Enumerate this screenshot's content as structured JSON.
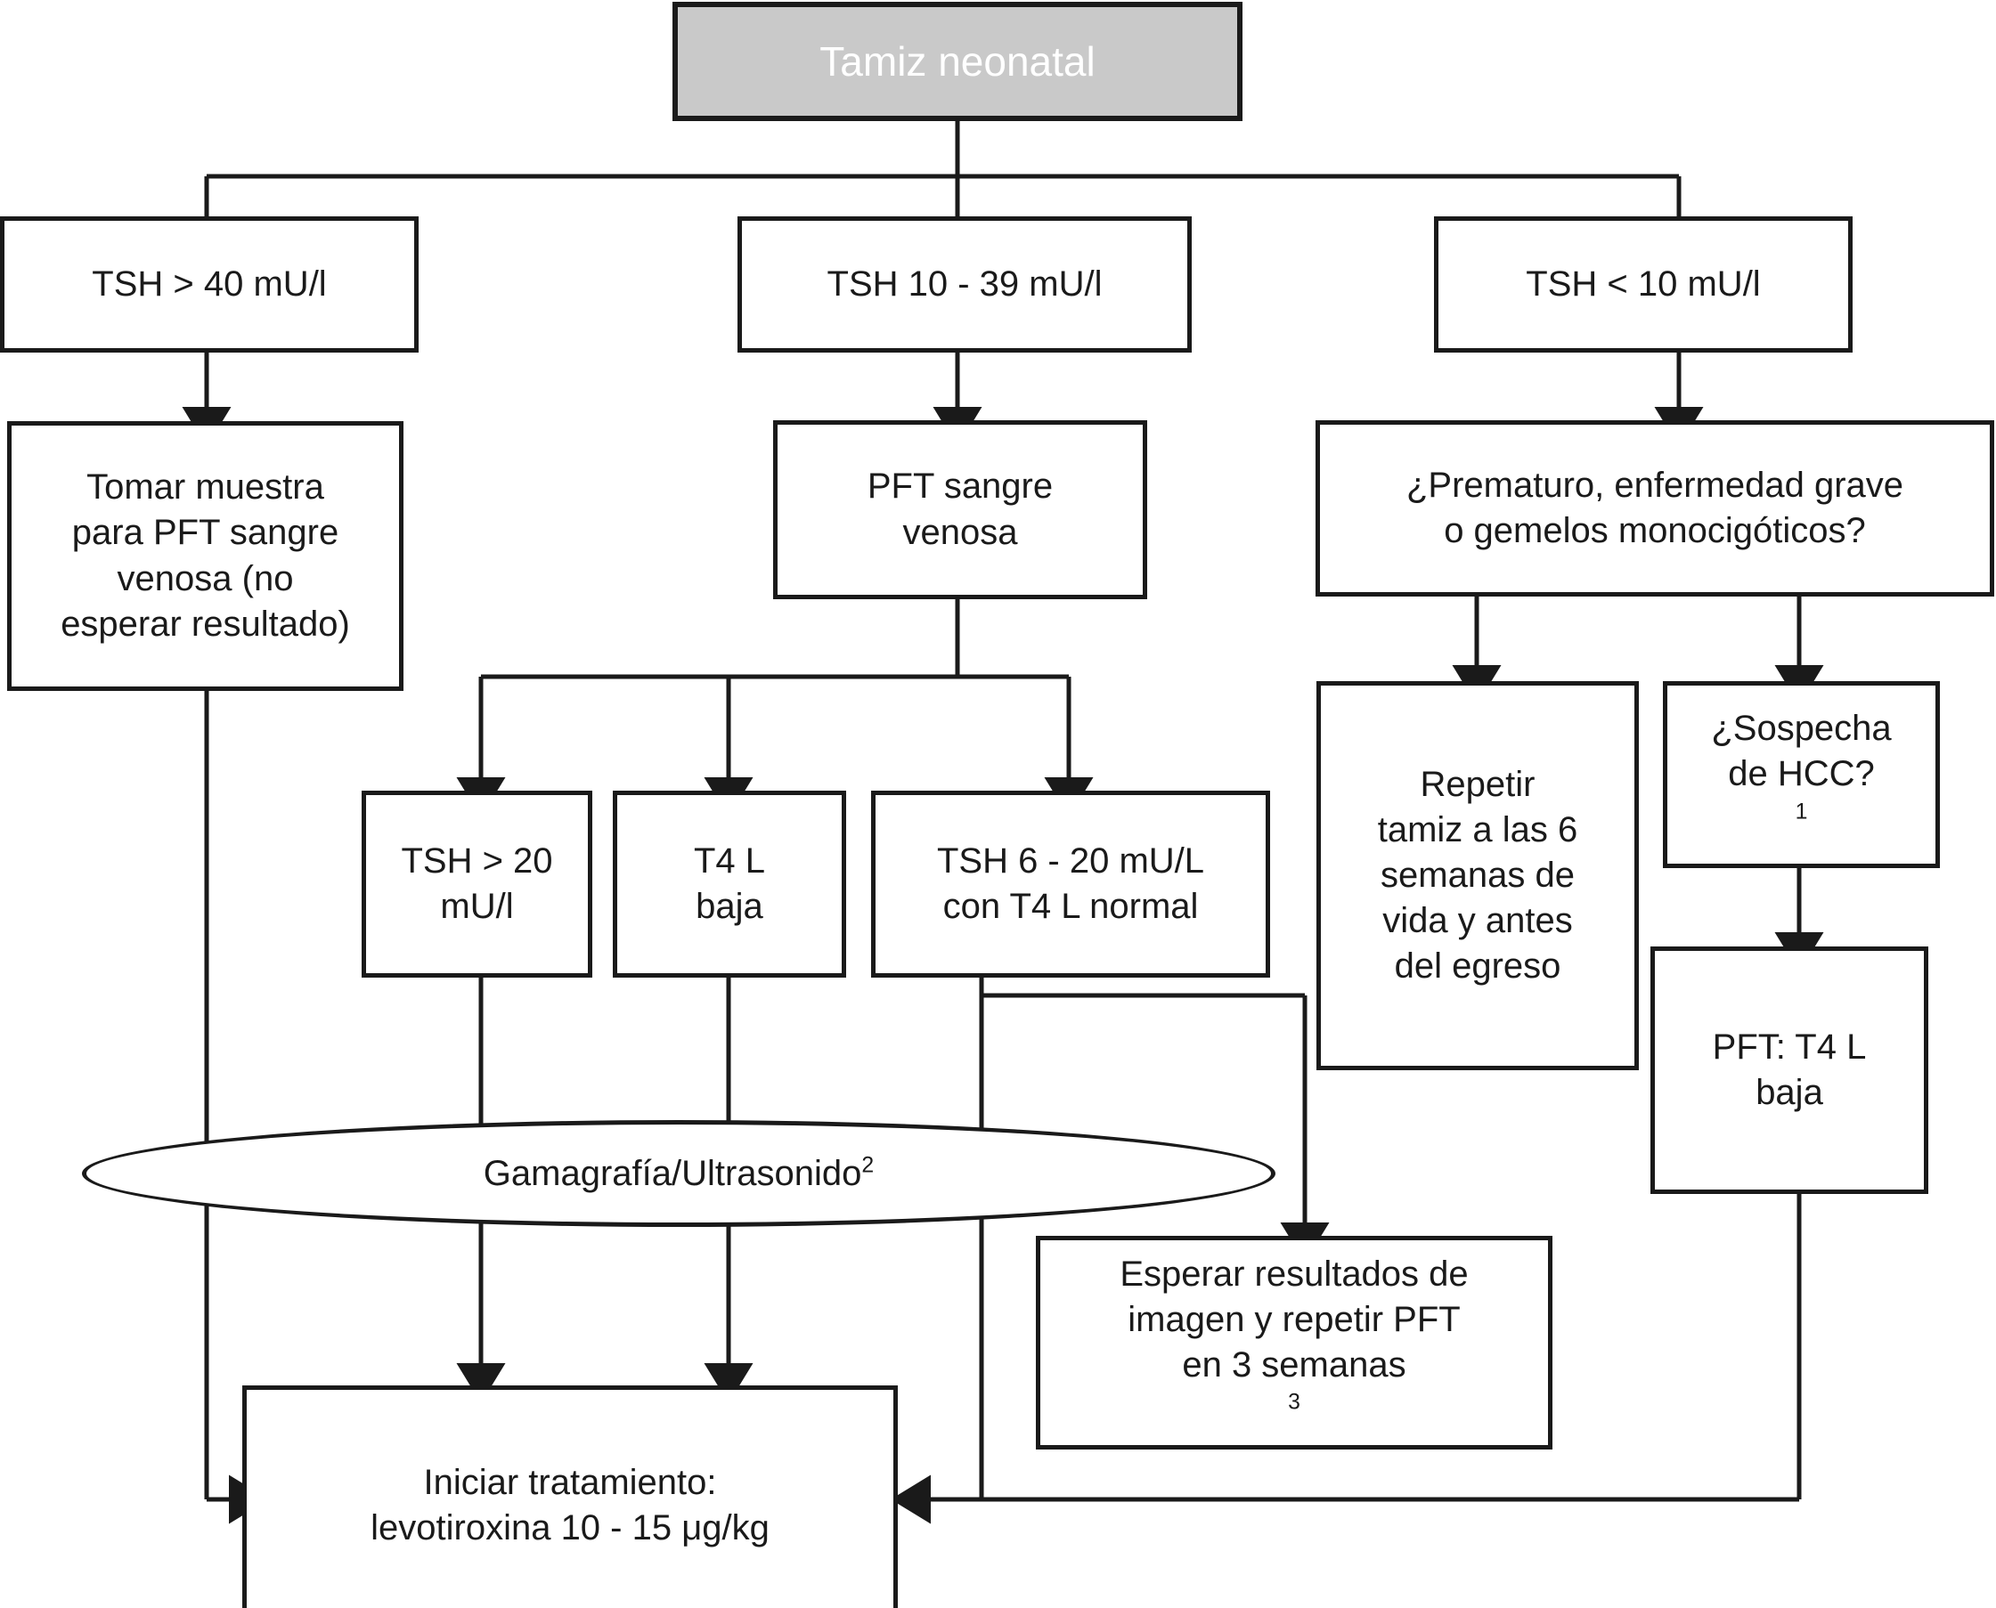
{
  "diagram": {
    "title": "Tamiz neonatal",
    "colors": {
      "title_fill": "#c9c9c9",
      "title_text": "#ffffff",
      "node_stroke": "#1a1a1a",
      "node_fill": "#ffffff",
      "text": "#1a1a1a"
    },
    "nodes": {
      "screening": "Tamiz neonatal",
      "tsh_high": "TSH > 40 mU/l",
      "tsh_mid": "TSH 10 - 39 mU/l",
      "tsh_low": "TSH < 10 mU/l",
      "take_sample_l1": "Tomar muestra",
      "take_sample_l2": "para PFT sangre",
      "take_sample_l3": "venosa (no",
      "take_sample_l4": "esperar resultado)",
      "pft_venous_l1": "PFT sangre",
      "pft_venous_l2": "venosa",
      "premature_l1": "¿Prematuro, enfermedad grave",
      "premature_l2": "o gemelos monocigóticos?",
      "tsh_gt20_l1": "TSH > 20",
      "tsh_gt20_l2": "mU/l",
      "t4l_low_l1": "T4 L",
      "t4l_low_l2": "baja",
      "tsh_6_20_l1": "TSH 6 - 20 mU/L",
      "tsh_6_20_l2": "con T4 L normal",
      "repeat_l1": "Repetir",
      "repeat_l2": "tamiz a las 6",
      "repeat_l3": "semanas de",
      "repeat_l4": "vida y antes",
      "repeat_l5": "del egreso",
      "suspect_hcc_l1": "¿Sospecha",
      "suspect_hcc_l2": "de HCC?",
      "suspect_hcc_sup": "1",
      "pft_t4l_l1": "PFT: T4 L",
      "pft_t4l_l2": "baja",
      "imaging_text": "Gamagrafía/Ultrasonido",
      "imaging_sup": "2",
      "wait_results_l1": "Esperar resultados de",
      "wait_results_l2": "imagen y repetir PFT",
      "wait_results_l3": "en 3 semanas",
      "wait_results_sup": "3",
      "treatment_l1": "Iniciar tratamiento:",
      "treatment_l2": "levotiroxina 10 - 15 μg/kg"
    }
  }
}
